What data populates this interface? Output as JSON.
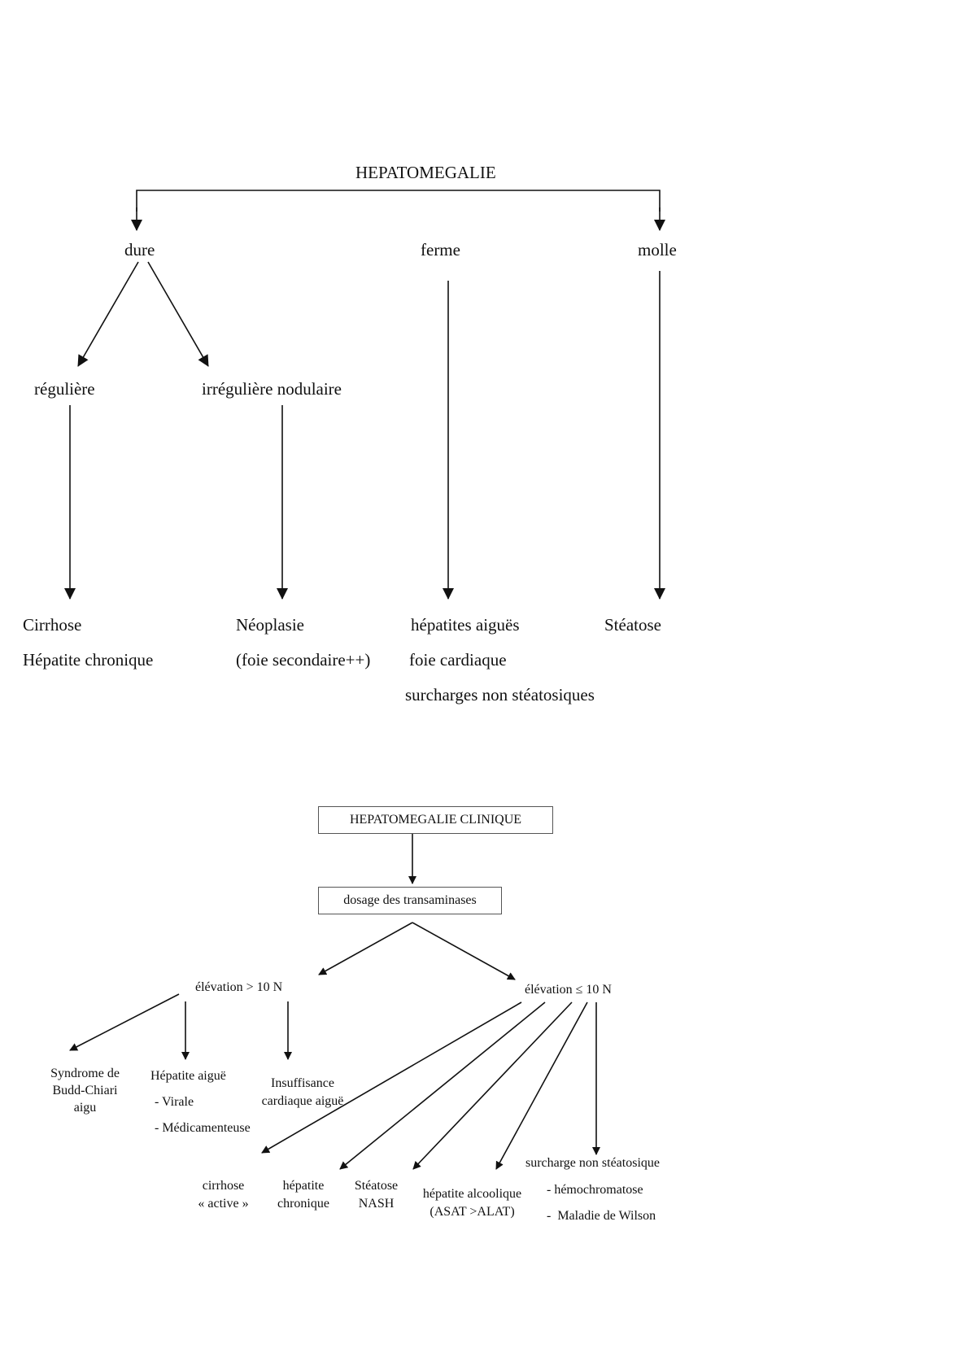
{
  "tree1": {
    "root": "HEPATOMEGALIE",
    "level1": {
      "dure": "dure",
      "ferme": "ferme",
      "molle": "molle"
    },
    "level2": {
      "reguliere": "régulière",
      "irreguliere": "irrégulière nodulaire"
    },
    "results": {
      "cirrhose": "Cirrhose",
      "hepatite_chronique": "Hépatite chronique",
      "neoplasie": "Néoplasie",
      "foie_secondaire": "(foie secondaire++)",
      "hepatites_aigues": "hépatites aiguës",
      "foie_cardiaque": "foie cardiaque",
      "surcharges": "surcharges non stéatosiques",
      "steatose": "Stéatose"
    }
  },
  "tree2": {
    "root_box": "HEPATOMEGALIE CLINIQUE",
    "dosage_box": "dosage des transaminases",
    "elev_high": "élévation > 10 N",
    "elev_low": "élévation ≤ 10 N",
    "budd_chiari": [
      "Syndrome de",
      "Budd-Chiari",
      "aigu"
    ],
    "hepatite_aigue": "Hépatite aiguë",
    "virale": "- Virale",
    "medicamenteuse": "- Médicamenteuse",
    "insuffisance": [
      "Insuffisance",
      "cardiaque aiguë"
    ],
    "cirrhose_active": [
      "cirrhose",
      "« active »"
    ],
    "hepatite_chronique": [
      "hépatite",
      "chronique"
    ],
    "steatose_nash": [
      "Stéatose",
      "NASH"
    ],
    "hepatite_alcoolique": [
      "hépatite alcoolique",
      "(ASAT >ALAT)"
    ],
    "surcharge": "surcharge non stéatosique",
    "hemochromatose": "- hémochromatose",
    "wilson": "-  Maladie de Wilson"
  }
}
